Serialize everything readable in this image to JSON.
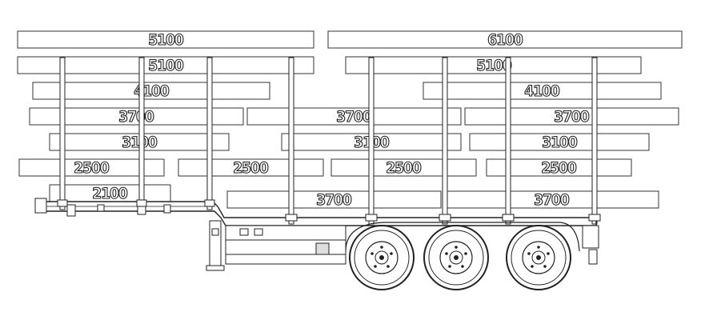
{
  "log_lengths": {
    "row1": [
      "5100",
      "6100"
    ],
    "row2": [
      "5100",
      "5100"
    ],
    "row3": [
      "4100",
      "4100"
    ],
    "row4": [
      "3700",
      "3700",
      "3700"
    ],
    "row5": [
      "3100",
      "3100",
      "3100"
    ],
    "row6": [
      "2500",
      "2500",
      "2500",
      "2500"
    ],
    "row7": [
      "2100",
      "3700",
      "3700"
    ]
  },
  "colors": {
    "line": "#222222",
    "bar_fill": "#ffffff"
  }
}
